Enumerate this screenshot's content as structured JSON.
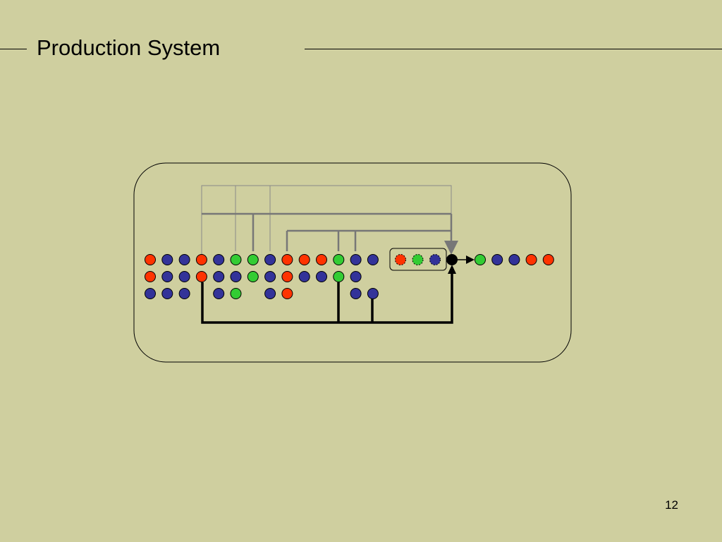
{
  "slide": {
    "title": "Production System",
    "page_number": "12"
  },
  "colors": {
    "background": "#cfcf9f",
    "red": "#ff3300",
    "blue": "#333399",
    "green": "#33cc33",
    "black": "#000000",
    "gray_line": "#777777"
  },
  "diagram": {
    "working_memory_rows": [
      [
        "red",
        "blue",
        "blue",
        "red",
        "blue",
        "green",
        "green",
        "blue",
        "red",
        "red",
        "red",
        "green",
        "blue",
        "blue"
      ],
      [
        "red",
        "blue",
        "blue",
        "red",
        "blue",
        "blue",
        "green",
        "blue",
        "red",
        "blue",
        "blue",
        "green",
        "blue",
        null
      ],
      [
        "blue",
        "blue",
        "blue",
        null,
        "blue",
        "green",
        null,
        "blue",
        "red",
        null,
        null,
        null,
        "blue",
        "blue"
      ]
    ],
    "pattern_slots": [
      "red",
      "green",
      "blue"
    ],
    "output_sequence": [
      "green",
      "blue",
      "blue",
      "red",
      "red"
    ]
  }
}
